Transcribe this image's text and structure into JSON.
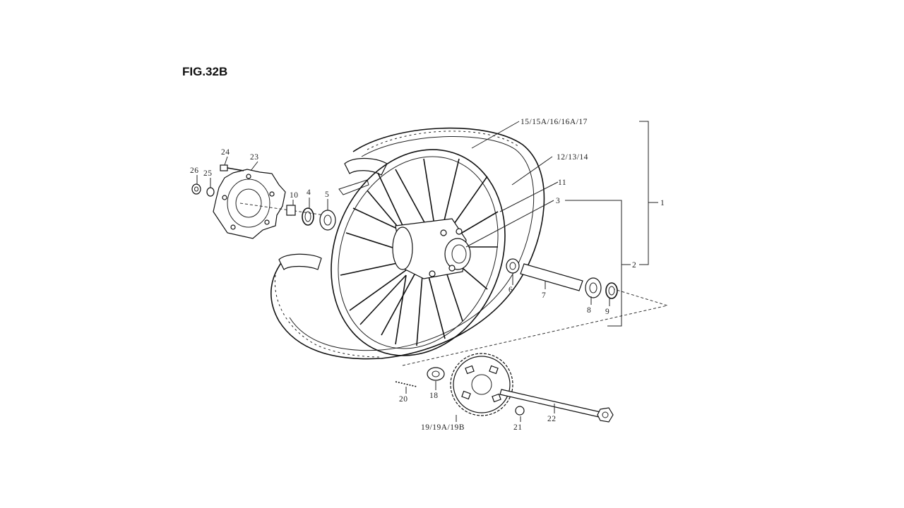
{
  "figure": {
    "title": "FIG.32B",
    "callouts": {
      "c1": "1",
      "c2": "2",
      "c3": "3",
      "c4": "4",
      "c5": "5",
      "c6": "6",
      "c7": "7",
      "c8": "8",
      "c9": "9",
      "c10": "10",
      "c11": "11",
      "c12_14": "12/13/14",
      "c15_17": "15/15A/16/16A/17",
      "c18": "18",
      "c19": "19/19A/19B",
      "c20": "20",
      "c21": "21",
      "c22": "22",
      "c23": "23",
      "c24": "24",
      "c25": "25",
      "c26": "26"
    }
  }
}
